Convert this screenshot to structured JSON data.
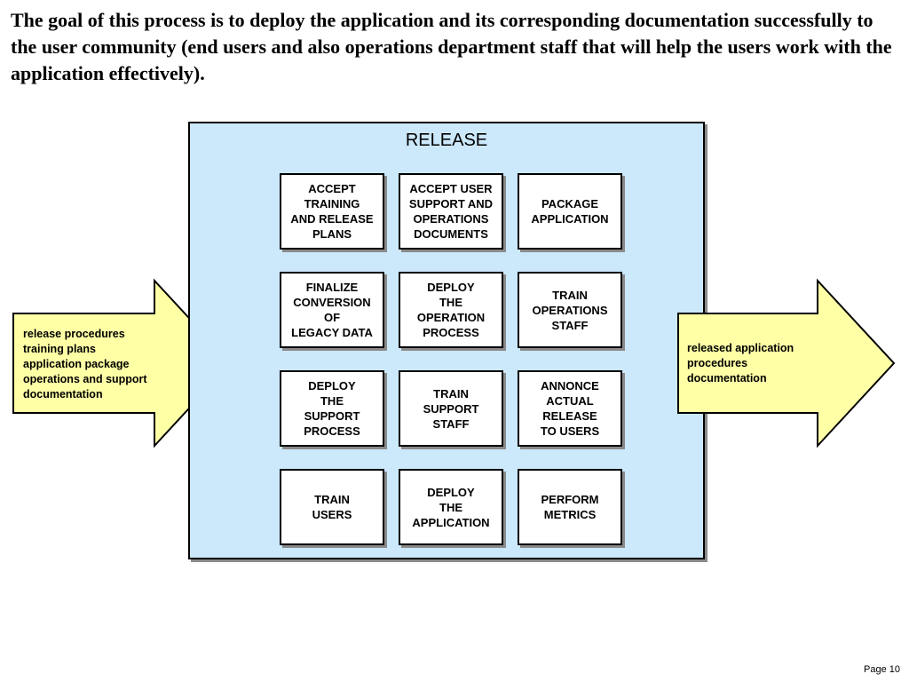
{
  "intro_text": "The goal of this process is to deploy the application and its corresponding documentation successfully to the user community (end users and also operations department staff that will help the users work with the application effectively).",
  "release": {
    "title": "RELEASE",
    "activities": [
      [
        "ACCEPT\nTRAINING\nAND RELEASE\nPLANS",
        "ACCEPT USER\nSUPPORT AND\nOPERATIONS\nDOCUMENTS",
        "PACKAGE\nAPPLICATION"
      ],
      [
        "FINALIZE\nCONVERSION\nOF\nLEGACY DATA",
        "DEPLOY\nTHE\nOPERATION\nPROCESS",
        "TRAIN\nOPERATIONS\nSTAFF"
      ],
      [
        "DEPLOY\nTHE\nSUPPORT\nPROCESS",
        "TRAIN\nSUPPORT\nSTAFF",
        "ANNONCE\nACTUAL\nRELEASE\nTO USERS"
      ],
      [
        "TRAIN\nUSERS",
        "DEPLOY\nTHE\nAPPLICATION",
        "PERFORM\nMETRICS"
      ]
    ]
  },
  "inputs": {
    "text": "release procedures\ntraining plans\napplication package\noperations and support\ndocumentation"
  },
  "outputs": {
    "text": "released application\nprocedures\ndocumentation"
  },
  "page_label": "Page 10",
  "colors": {
    "panel_fill": "#cce8fb",
    "arrow_fill": "#ffffa6",
    "box_fill": "#ffffff",
    "border": "#000000",
    "shadow": "#8a8a8a"
  }
}
